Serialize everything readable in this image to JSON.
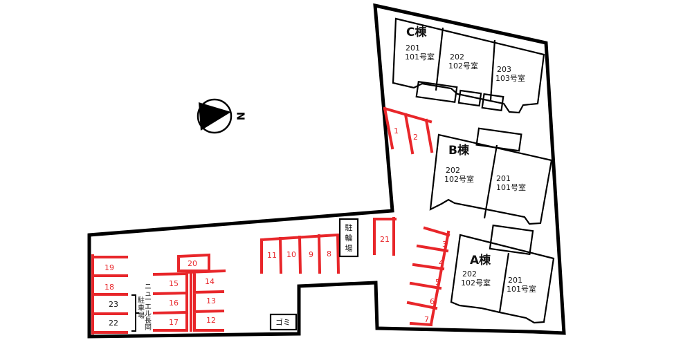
{
  "colors": {
    "parking": "#e8262a",
    "wall": "#000000",
    "text": "#111111",
    "background": "#ffffff"
  },
  "compass": {
    "label": "N"
  },
  "buildings": {
    "c": {
      "name": "C棟",
      "units": [
        {
          "upper": "201",
          "lower": "101号室"
        },
        {
          "upper": "202",
          "lower": "102号室"
        },
        {
          "upper": "203",
          "lower": "103号室"
        }
      ]
    },
    "b": {
      "name": "B棟",
      "units": [
        {
          "upper": "202",
          "lower": "102号室"
        },
        {
          "upper": "201",
          "lower": "101号室"
        }
      ]
    },
    "a": {
      "name": "A棟",
      "units": [
        {
          "upper": "202",
          "lower": "102号室"
        },
        {
          "upper": "201",
          "lower": "101号室"
        }
      ]
    }
  },
  "parking_spots": {
    "s1": "1",
    "s2": "2",
    "s3": "3",
    "s4": "4",
    "s5": "5",
    "s6": "6",
    "s7": "7",
    "s8": "8",
    "s9": "9",
    "s10": "10",
    "s11": "11",
    "s12": "12",
    "s13": "13",
    "s14": "14",
    "s15": "15",
    "s16": "16",
    "s17": "17",
    "s18": "18",
    "s19": "19",
    "s20": "20",
    "s21": "21",
    "s22": "22",
    "s23": "23"
  },
  "facilities": {
    "bicycle_parking": [
      "駐",
      "輪",
      "場"
    ],
    "garbage": "ゴミ",
    "new_el_parking": [
      "ニ",
      "ュ",
      "ー",
      "エ",
      "ル",
      "長",
      "岡",
      "駐",
      "車",
      "場"
    ]
  }
}
